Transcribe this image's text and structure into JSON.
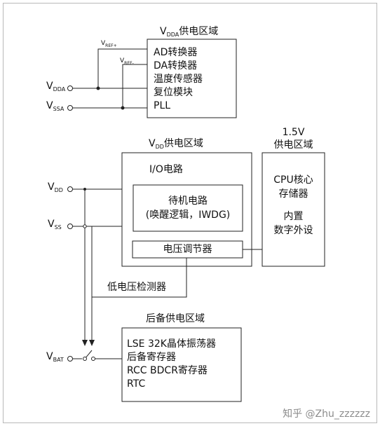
{
  "domains": {
    "vdda": {
      "title_prefix": "V",
      "title_sub": "DDA",
      "title_suffix": "供电区域"
    },
    "vdd": {
      "title_prefix": "V",
      "title_sub": "DD",
      "title_suffix": "供电区域"
    },
    "core": {
      "title_line1": "1.5V",
      "title_line2": "供电区域"
    },
    "backup": {
      "title": "后备供电区域"
    }
  },
  "vdda_block": {
    "items": [
      "AD转换器",
      "DA转换器",
      "温度传感器",
      "复位模块",
      "PLL"
    ]
  },
  "ref_labels": {
    "vref_plus_main": "V",
    "vref_plus_sub": "REF+",
    "vref_minus_main": "V",
    "vref_minus_sub": "REF-"
  },
  "pins": [
    {
      "id": "vdda",
      "main": "V",
      "sub": "DDA"
    },
    {
      "id": "vssa",
      "main": "V",
      "sub": "SSA"
    },
    {
      "id": "vdd",
      "main": "V",
      "sub": "DD"
    },
    {
      "id": "vss",
      "main": "V",
      "sub": "SS"
    },
    {
      "id": "vbat",
      "main": "V",
      "sub": "BAT"
    }
  ],
  "vdd_block": {
    "io_label": "I/O电路",
    "standby_line1": "待机电路",
    "standby_line2": "(唤醒逻辑，IWDG)",
    "regulator": "电压调节器"
  },
  "core_block": {
    "line1": "CPU核心",
    "line2": "存储器",
    "line3": "内置",
    "line4": "数字外设"
  },
  "low_voltage_detector": "低电压检测器",
  "backup_block": {
    "items": [
      "LSE 32K晶体振荡器",
      "后备寄存器",
      "RCC BDCR寄存器",
      "RTC"
    ]
  },
  "watermark": "知乎 @Zhu_zzzzzz"
}
